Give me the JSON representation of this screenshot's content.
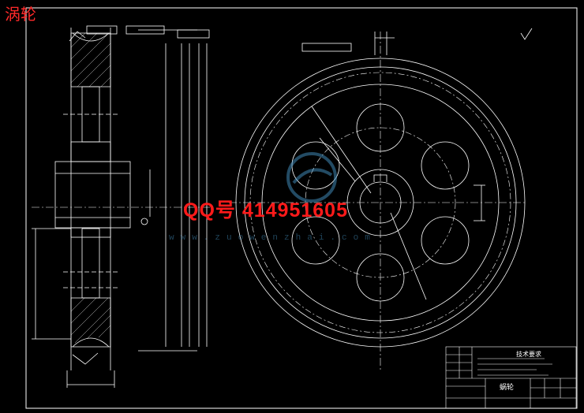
{
  "title_cn": "涡轮",
  "watermark": {
    "qq_line": "QQ号 414951605",
    "url": "www.zuowenzhai.com"
  },
  "title_block": {
    "part_name": "蜗轮",
    "tech_requirements_title": "技术要求"
  },
  "colors": {
    "background": "#000000",
    "lines": "#ffffff",
    "title_red": "#ff2a2a",
    "watermark_blue": "#4a9ac8"
  }
}
